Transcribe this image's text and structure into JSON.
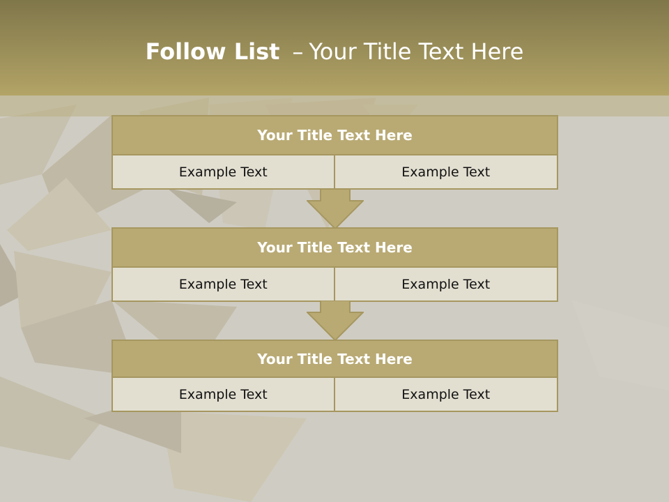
{
  "header": {
    "title_bold": "Follow List",
    "title_dash": "–",
    "title_rest": "Your Title Text Here"
  },
  "blocks": [
    {
      "title": "Your Title Text Here",
      "left": "Example Text",
      "right": "Example Text"
    },
    {
      "title": "Your Title Text Here",
      "left": "Example Text",
      "right": "Example Text"
    },
    {
      "title": "Your Title Text Here",
      "left": "Example Text",
      "right": "Example Text"
    }
  ],
  "colors": {
    "header_dark": "#7f764a",
    "header_light": "#b3a466",
    "block_title": "#b9aa74",
    "block_cell": "#e2dfd1",
    "border": "#a69760"
  }
}
